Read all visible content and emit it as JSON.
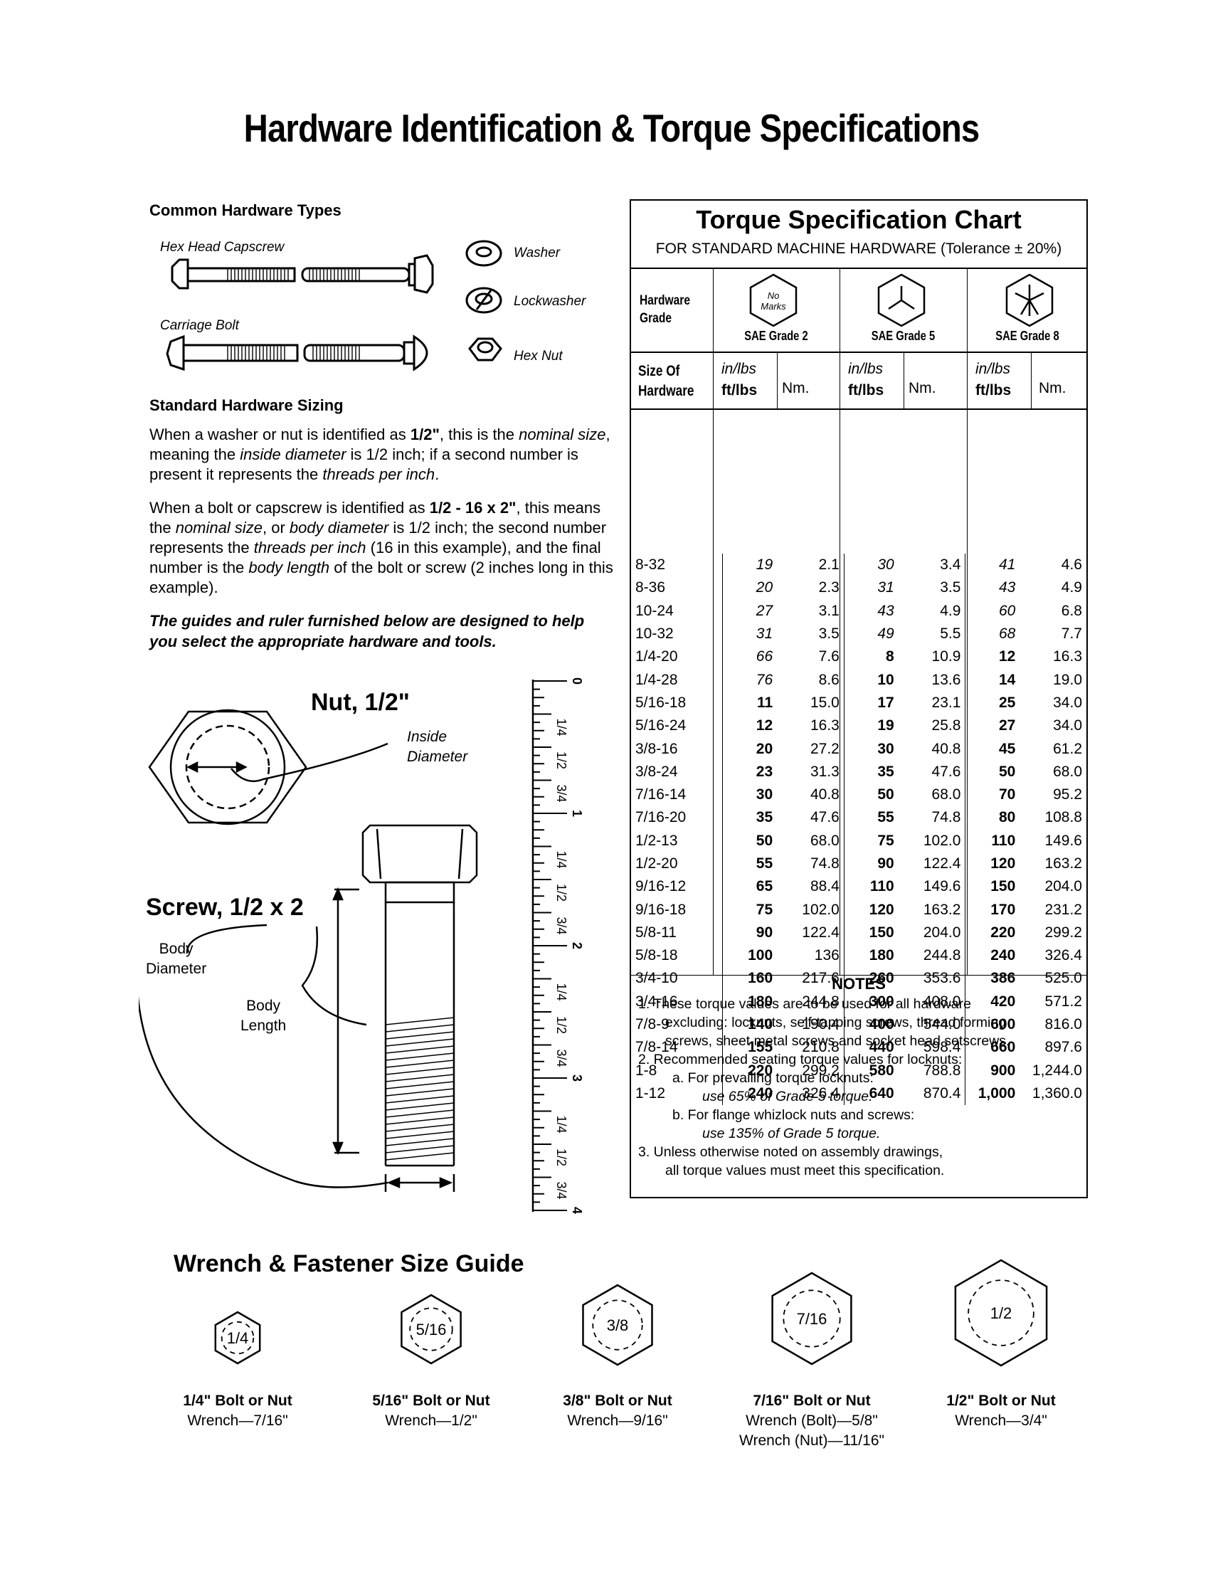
{
  "title": "Hardware Identification & Torque Specifications",
  "common_types": {
    "heading": "Common Hardware Types",
    "hex_head": "Hex Head Capscrew",
    "carriage": "Carriage Bolt",
    "washer": "Washer",
    "lockwasher": "Lockwasher",
    "hex_nut": "Hex Nut"
  },
  "sizing": {
    "heading": "Standard Hardware Sizing",
    "p1": [
      "When a washer or nut is identified as ",
      "1/2\"",
      ", this is the ",
      "nominal size",
      ", meaning the ",
      "inside diameter",
      " is 1/2 inch; if a second number is present it represents the ",
      "threads per inch",
      "."
    ],
    "p2": [
      "When a bolt or capscrew is identified as ",
      "1/2 - 16 x 2\"",
      ", this means the ",
      "nominal size",
      ", or ",
      "body diameter",
      " is 1/2 inch; the second number represents the ",
      "threads per inch",
      " (16 in this example), and the final number is the ",
      "body length",
      " of the bolt or screw (2 inches long in this example)."
    ],
    "note": "The guides and ruler furnished below are designed to help you select the appropriate hardware and tools."
  },
  "diagram": {
    "nut_label": "Nut, 1/2\"",
    "inside": "Inside",
    "diameter": "Diameter",
    "screw_label": "Screw, 1/2 x 2",
    "body": "Body",
    "body_diameter": "Diameter",
    "body2": "Body",
    "length": "Length"
  },
  "ruler": {
    "major": [
      "0",
      "1",
      "2",
      "3",
      "4"
    ],
    "minor": [
      "1/4",
      "1/2",
      "3/4"
    ]
  },
  "chart": {
    "title": "Torque Specification Chart",
    "subtitle": "FOR STANDARD MACHINE HARDWARE (Tolerance ± 20%)",
    "hardware_grade": [
      "Hardware",
      "Grade"
    ],
    "no_marks": [
      "No",
      "Marks"
    ],
    "grades": [
      "SAE Grade 2",
      "SAE Grade 5",
      "SAE Grade 8"
    ],
    "size_of": [
      "Size Of",
      "Hardware"
    ],
    "in_lbs": "in/lbs",
    "ft_lbs": "ft/lbs",
    "nm": "Nm.",
    "rows": [
      {
        "size": "8-32",
        "g2": "19",
        "g2nm": "2.1",
        "g5": "30",
        "g5nm": "3.4",
        "g8": "41",
        "g8nm": "4.6"
      },
      {
        "size": "8-36",
        "g2": "20",
        "g2nm": "2.3",
        "g5": "31",
        "g5nm": "3.5",
        "g8": "43",
        "g8nm": "4.9"
      },
      {
        "size": "10-24",
        "g2": "27",
        "g2nm": "3.1",
        "g5": "43",
        "g5nm": "4.9",
        "g8": "60",
        "g8nm": "6.8"
      },
      {
        "size": "10-32",
        "g2": "31",
        "g2nm": "3.5",
        "g5": "49",
        "g5nm": "5.5",
        "g8": "68",
        "g8nm": "7.7"
      },
      {
        "size": "1/4-20",
        "g2": "66",
        "g2nm": "7.6",
        "g5": "8",
        "g5nm": "10.9",
        "g8": "12",
        "g8nm": "16.3"
      },
      {
        "size": "1/4-28",
        "g2": "76",
        "g2nm": "8.6",
        "g5": "10",
        "g5nm": "13.6",
        "g8": "14",
        "g8nm": "19.0"
      },
      {
        "size": "5/16-18",
        "g2": "11",
        "g2nm": "15.0",
        "g5": "17",
        "g5nm": "23.1",
        "g8": "25",
        "g8nm": "34.0"
      },
      {
        "size": "5/16-24",
        "g2": "12",
        "g2nm": "16.3",
        "g5": "19",
        "g5nm": "25.8",
        "g8": "27",
        "g8nm": "34.0"
      },
      {
        "size": "3/8-16",
        "g2": "20",
        "g2nm": "27.2",
        "g5": "30",
        "g5nm": "40.8",
        "g8": "45",
        "g8nm": "61.2"
      },
      {
        "size": "3/8-24",
        "g2": "23",
        "g2nm": "31.3",
        "g5": "35",
        "g5nm": "47.6",
        "g8": "50",
        "g8nm": "68.0"
      },
      {
        "size": "7/16-14",
        "g2": "30",
        "g2nm": "40.8",
        "g5": "50",
        "g5nm": "68.0",
        "g8": "70",
        "g8nm": "95.2"
      },
      {
        "size": "7/16-20",
        "g2": "35",
        "g2nm": "47.6",
        "g5": "55",
        "g5nm": "74.8",
        "g8": "80",
        "g8nm": "108.8"
      },
      {
        "size": "1/2-13",
        "g2": "50",
        "g2nm": "68.0",
        "g5": "75",
        "g5nm": "102.0",
        "g8": "110",
        "g8nm": "149.6"
      },
      {
        "size": "1/2-20",
        "g2": "55",
        "g2nm": "74.8",
        "g5": "90",
        "g5nm": "122.4",
        "g8": "120",
        "g8nm": "163.2"
      },
      {
        "size": "9/16-12",
        "g2": "65",
        "g2nm": "88.4",
        "g5": "110",
        "g5nm": "149.6",
        "g8": "150",
        "g8nm": "204.0"
      },
      {
        "size": "9/16-18",
        "g2": "75",
        "g2nm": "102.0",
        "g5": "120",
        "g5nm": "163.2",
        "g8": "170",
        "g8nm": "231.2"
      },
      {
        "size": "5/8-11",
        "g2": "90",
        "g2nm": "122.4",
        "g5": "150",
        "g5nm": "204.0",
        "g8": "220",
        "g8nm": "299.2"
      },
      {
        "size": "5/8-18",
        "g2": "100",
        "g2nm": "136",
        "g5": "180",
        "g5nm": "244.8",
        "g8": "240",
        "g8nm": "326.4"
      },
      {
        "size": "3/4-10",
        "g2": "160",
        "g2nm": "217.6",
        "g5": "260",
        "g5nm": "353.6",
        "g8": "386",
        "g8nm": "525.0"
      },
      {
        "size": "3/4-16",
        "g2": "180",
        "g2nm": "244.8",
        "g5": "300",
        "g5nm": "408.0",
        "g8": "420",
        "g8nm": "571.2"
      },
      {
        "size": "7/8-9",
        "g2": "140",
        "g2nm": "190.4",
        "g5": "400",
        "g5nm": "544.0",
        "g8": "600",
        "g8nm": "816.0"
      },
      {
        "size": "7/8-14",
        "g2": "155",
        "g2nm": "210.8",
        "g5": "440",
        "g5nm": "598.4",
        "g8": "660",
        "g8nm": "897.6"
      },
      {
        "size": "1-8",
        "g2": "220",
        "g2nm": "299.2",
        "g5": "580",
        "g5nm": "788.8",
        "g8": "900",
        "g8nm": "1,244.0"
      },
      {
        "size": "1-12",
        "g2": "240",
        "g2nm": "326.4",
        "g5": "640",
        "g5nm": "870.4",
        "g8": "1,000",
        "g8nm": "1,360.0"
      }
    ],
    "notes_title": "NOTES",
    "notes": {
      "n1a": "1.  These torque values are to be used for all hardware",
      "n1b": "excluding: locknuts, self-tapping screws, thread forming",
      "n1c": "screws, sheet metal screws and socket head setscrews.",
      "n2": "2.  Recommended seating torque values for locknuts:",
      "n2a": "a.  For prevailing torque locknuts:",
      "n2a_it": "use 65% of Grade 5 torque.",
      "n2b": "b.  For flange whizlock nuts and screws:",
      "n2b_it": "use 135% of Grade 5 torque.",
      "n3a": "3.  Unless otherwise noted on assembly drawings,",
      "n3b": "all torque values must meet this specification."
    }
  },
  "wrench": {
    "heading": "Wrench & Fastener Size Guide",
    "items": [
      {
        "size": "1/4",
        "title": "1/4\" Bolt or Nut",
        "l1": "Wrench—7/16\"",
        "l2": ""
      },
      {
        "size": "5/16",
        "title": "5/16\" Bolt or Nut",
        "l1": "Wrench—1/2\"",
        "l2": ""
      },
      {
        "size": "3/8",
        "title": "3/8\" Bolt or Nut",
        "l1": "Wrench—9/16\"",
        "l2": ""
      },
      {
        "size": "7/16",
        "title": "7/16\" Bolt or Nut",
        "l1": "Wrench (Bolt)—5/8\"",
        "l2": "Wrench (Nut)—11/16\""
      },
      {
        "size": "1/2",
        "title": "1/2\" Bolt or Nut",
        "l1": "Wrench—3/4\"",
        "l2": ""
      }
    ]
  }
}
